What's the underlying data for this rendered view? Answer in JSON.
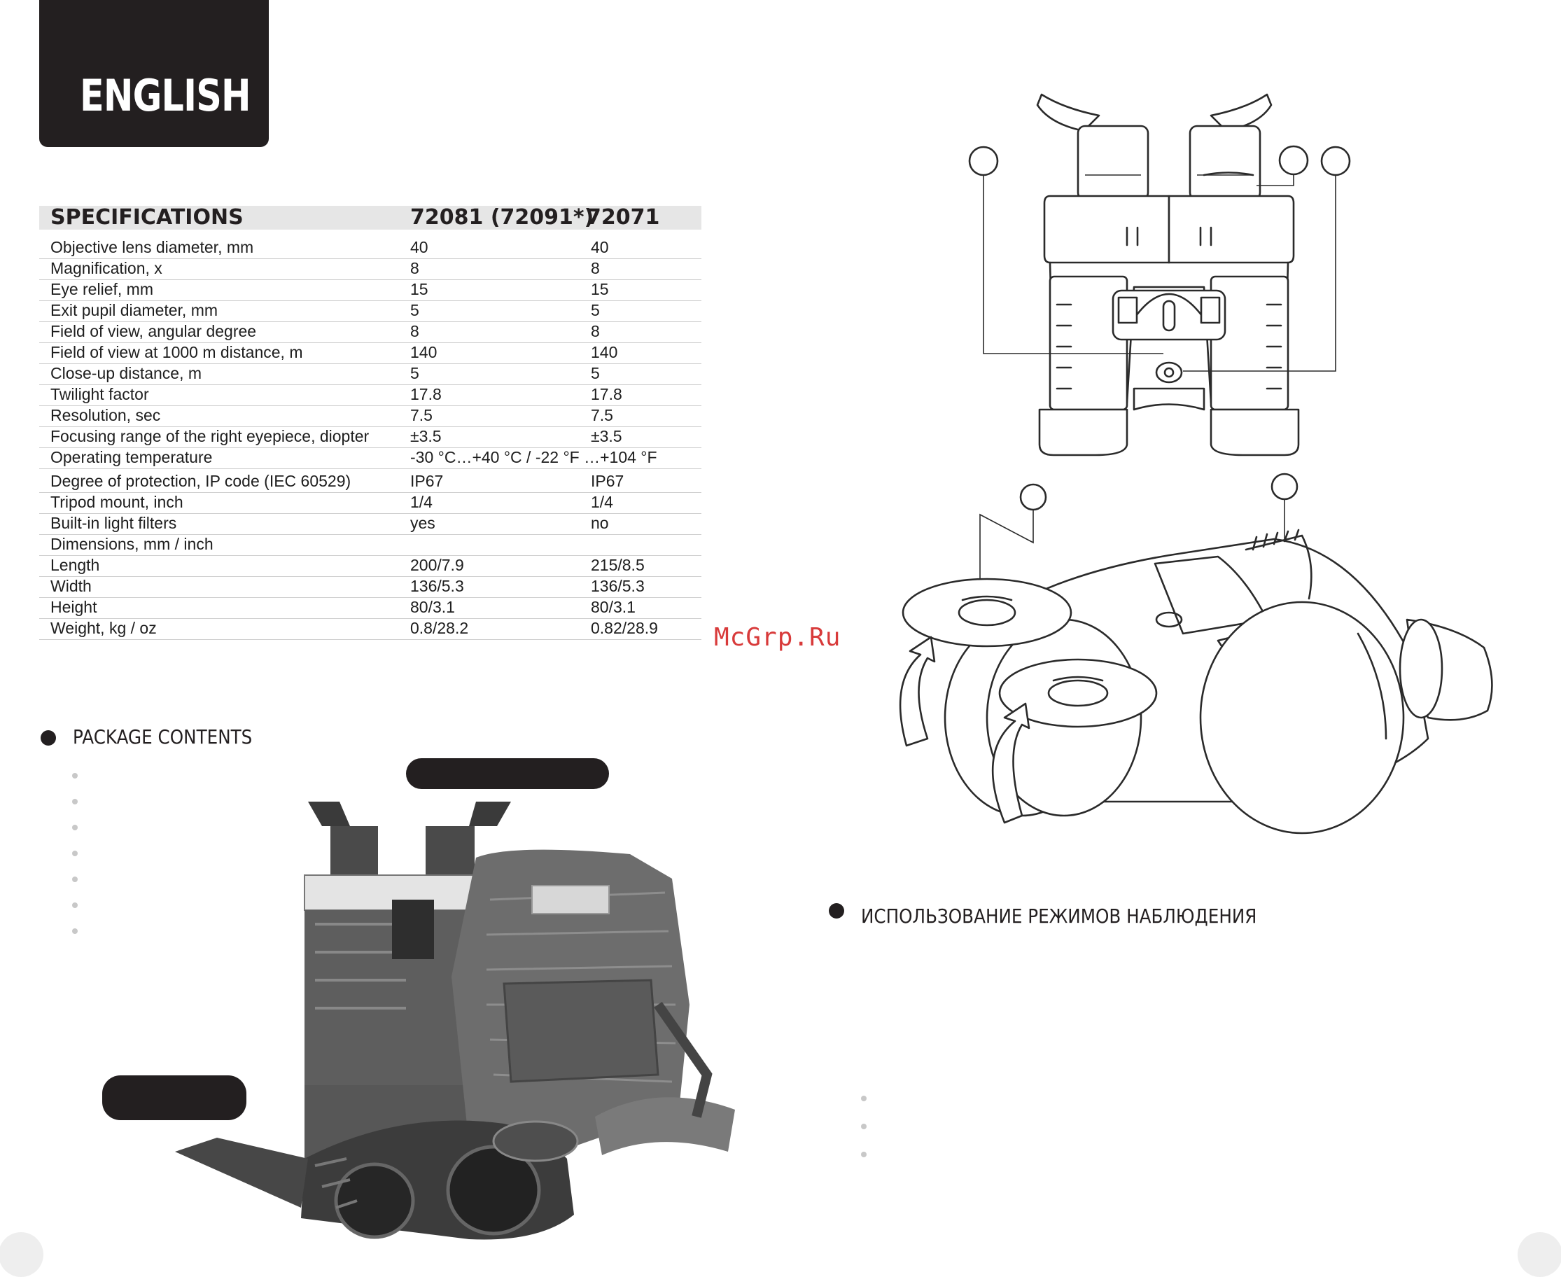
{
  "language_tab": "ENGLISH",
  "specs": {
    "title": "SPECIFICATIONS",
    "models": [
      "72081 (72091*)",
      "72071"
    ],
    "rows": [
      {
        "label": "Objective lens diameter, mm",
        "a": "40",
        "b": "40"
      },
      {
        "label": "Magnification, x",
        "a": "8",
        "b": "8"
      },
      {
        "label": "Eye relief, mm",
        "a": "15",
        "b": "15"
      },
      {
        "label": "Exit pupil diameter, mm",
        "a": "5",
        "b": "5"
      },
      {
        "label": "Field of view, angular degree",
        "a": "8",
        "b": "8"
      },
      {
        "label": "Field of view at 1000 m distance, m",
        "a": "140",
        "b": "140"
      },
      {
        "label": "Close-up distance, m",
        "a": "5",
        "b": "5"
      },
      {
        "label": "Twilight factor",
        "a": "17.8",
        "b": "17.8"
      },
      {
        "label": "Resolution, sec",
        "a": "7.5",
        "b": "7.5"
      },
      {
        "label": "Focusing range of the right eyepiece, diopter",
        "a": "±3.5",
        "b": "±3.5"
      },
      {
        "label": "Operating temperature",
        "a": "-30 °C…+40 °C / -22 °F …+104 °F",
        "b": ""
      },
      {
        "label": "Degree of protection, IP code (IEC 60529)",
        "a": "IP67",
        "b": "IP67"
      },
      {
        "label": "Tripod mount, inch",
        "a": "1/4",
        "b": "1/4"
      },
      {
        "label": "Built-in light filters",
        "a": "yes",
        "b": "no"
      },
      {
        "label": "Dimensions, mm / inch",
        "a": "",
        "b": ""
      },
      {
        "label": "Length",
        "a": "200/7.9",
        "b": "215/8.5"
      },
      {
        "label": "Width",
        "a": "136/5.3",
        "b": "136/5.3"
      },
      {
        "label": "Height",
        "a": "80/3.1",
        "b": "80/3.1"
      },
      {
        "label": "Weight, kg / oz",
        "a": "0.8/28.2",
        "b": "0.82/28.9"
      }
    ]
  },
  "package_contents": {
    "title": "PACKAGE CONTENTS"
  },
  "observation_modes": {
    "title": "ИСПОЛЬЗОВАНИЕ РЕЖИМОВ НАБЛЮДЕНИЯ"
  },
  "watermark": "McGrp.Ru",
  "icons": [
    "binoculars-front-diagram-icon",
    "binoculars-caps-diagram-icon",
    "binoculars-case-photo-icon"
  ],
  "colors": {
    "dark": "#231f20",
    "header_band": "#e6e6e6",
    "watermark": "#d83a3a"
  }
}
